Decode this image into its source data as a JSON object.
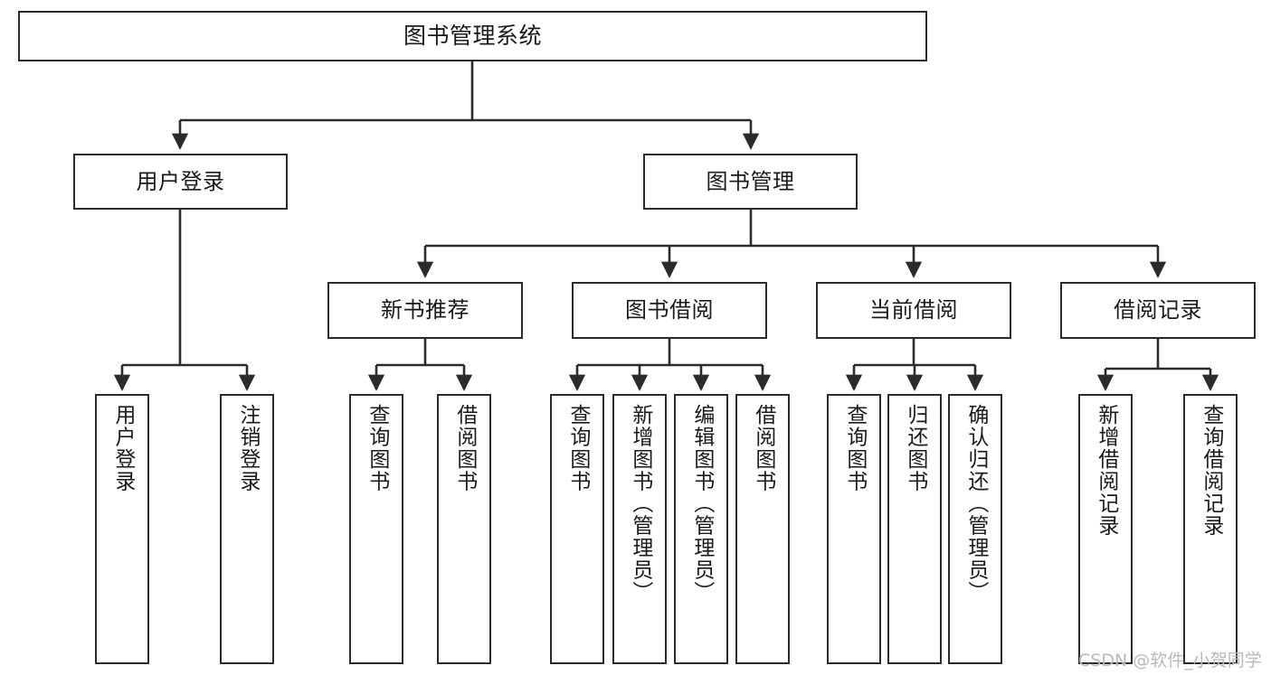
{
  "diagram": {
    "title": "图书管理系统",
    "type": "tree-hierarchy",
    "style": {
      "box_stroke": "#2b2b2b",
      "box_fill": "#ffffff",
      "edge_stroke": "#2b2b2b",
      "background": "#ffffff",
      "watermark_color": "#b9b9b9"
    },
    "root": {
      "id": "root",
      "label": "图书管理系统"
    },
    "level2": [
      {
        "id": "user-login",
        "label": "用户登录"
      },
      {
        "id": "book-manage",
        "label": "图书管理"
      }
    ],
    "level3": [
      {
        "id": "new-book-recommend",
        "label": "新书推荐",
        "parent": "book-manage"
      },
      {
        "id": "book-borrow",
        "label": "图书借阅",
        "parent": "book-manage"
      },
      {
        "id": "current-borrow",
        "label": "当前借阅",
        "parent": "book-manage"
      },
      {
        "id": "borrow-record",
        "label": "借阅记录",
        "parent": "book-manage"
      }
    ],
    "leaves": {
      "user-login": [
        {
          "id": "leaf-user-login",
          "label": "用户登录"
        },
        {
          "id": "leaf-logout",
          "label": "注销登录"
        }
      ],
      "new-book-recommend": [
        {
          "id": "leaf-query-book-1",
          "label": "查询图书"
        },
        {
          "id": "leaf-borrow-book-1",
          "label": "借阅图书"
        }
      ],
      "book-borrow": [
        {
          "id": "leaf-query-book-2",
          "label": "查询图书"
        },
        {
          "id": "leaf-add-book",
          "label": "新增图书（管理员）"
        },
        {
          "id": "leaf-edit-book",
          "label": "编辑图书（管理员）"
        },
        {
          "id": "leaf-borrow-book-2",
          "label": "借阅图书"
        }
      ],
      "current-borrow": [
        {
          "id": "leaf-query-book-3",
          "label": "查询图书"
        },
        {
          "id": "leaf-return-book",
          "label": "归还图书"
        },
        {
          "id": "leaf-confirm-return",
          "label": "确认归还（管理员）"
        }
      ],
      "borrow-record": [
        {
          "id": "leaf-add-record",
          "label": "新增借阅记录"
        },
        {
          "id": "leaf-query-record",
          "label": "查询借阅记录"
        }
      ]
    },
    "watermark": "CSDN @软件_小贺同学"
  }
}
